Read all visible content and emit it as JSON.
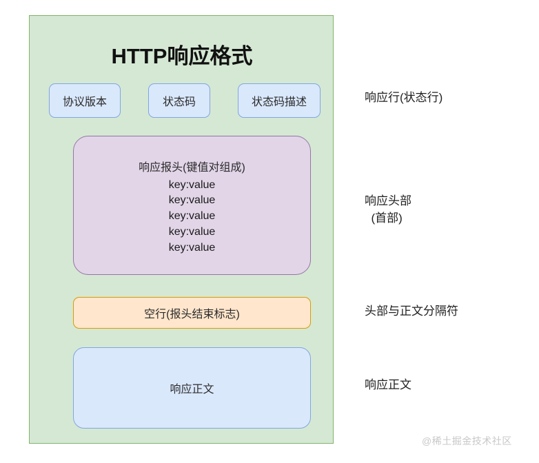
{
  "diagram": {
    "title": "HTTP响应格式",
    "panel_color": "#d5e8d4",
    "panel_border_color": "#82b366"
  },
  "status_line": {
    "boxes": [
      {
        "label": "协议版本"
      },
      {
        "label": "状态码"
      },
      {
        "label": "状态码描述"
      }
    ],
    "fill_color": "#dae8fc",
    "border_color": "#7ea6e0"
  },
  "header_block": {
    "title": "响应报头(键值对组成)",
    "pairs": [
      "key:value",
      "key:value",
      "key:value",
      "key:value",
      "key:value"
    ],
    "fill_color": "#e1d5e7",
    "border_color": "#9673a6"
  },
  "blank_line": {
    "label": "空行(报头结束标志)",
    "fill_color": "#ffe6cc",
    "border_color": "#d79b00"
  },
  "body_block": {
    "label": "响应正文",
    "fill_color": "#dae8fc",
    "border_color": "#7ea6e0"
  },
  "annotations": [
    {
      "text": "响应行(状态行)"
    },
    {
      "text": "响应头部\n  (首部)"
    },
    {
      "text": "头部与正文分隔符"
    },
    {
      "text": "响应正文"
    }
  ],
  "watermark": {
    "text": "@稀土掘金技术社区"
  }
}
